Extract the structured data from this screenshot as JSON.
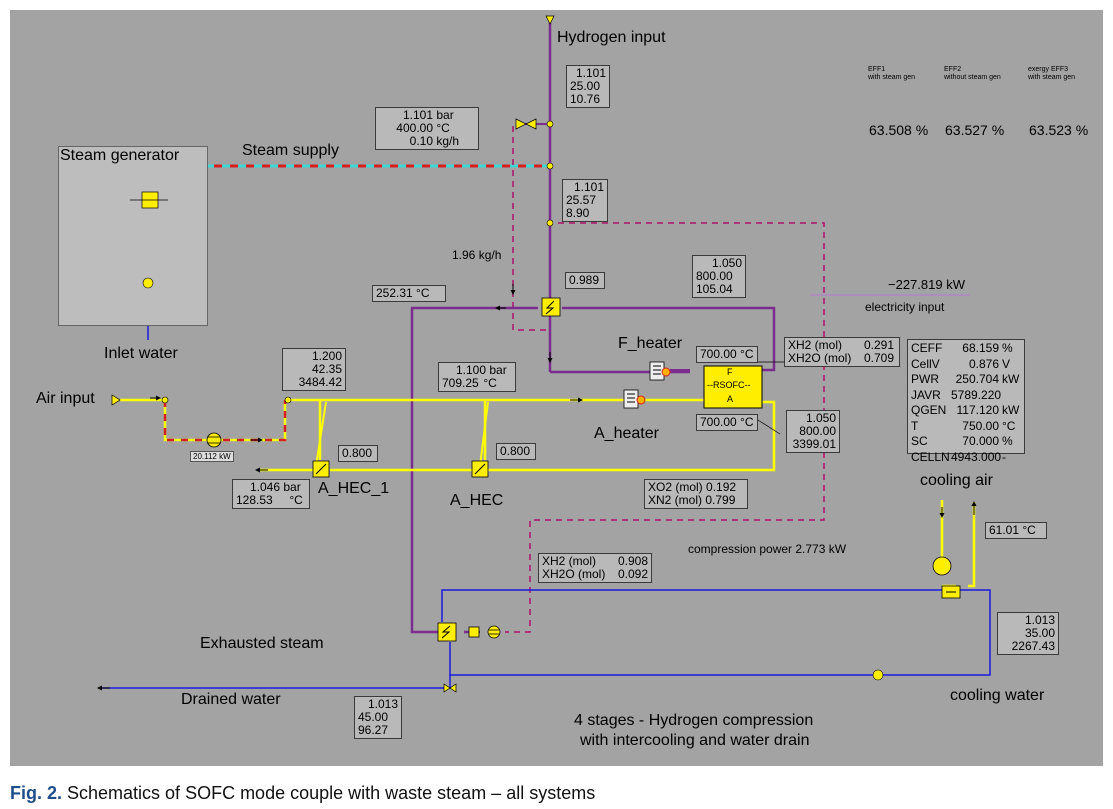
{
  "labels": {
    "hydrogen_input": "Hydrogen input",
    "steam_generator": "Steam generator",
    "steam_supply": "Steam supply",
    "inlet_water": "Inlet water",
    "air_input": "Air input",
    "f_heater": "F_heater",
    "a_heater": "A_heater",
    "a_hec_1": "A_HEC_1",
    "a_hec": "A_HEC",
    "cooling_air": "cooling air",
    "cooling_water": "cooling water",
    "exhausted_steam": "Exhausted steam",
    "drained_water": "Drained water",
    "electricity_input": "electricity input",
    "electricity_value": "−227.819  kW",
    "steam_flow": "1.96  kg/h",
    "compression_power": "compression power  2.773  kW",
    "compressor_power": "20.112 kW",
    "note_line1": "4 stages - Hydrogen compression",
    "note_line2": "with intercooling and water drain",
    "sofc_top": "F",
    "sofc_mid": "--RSOFC--",
    "sofc_bot": "A"
  },
  "efficiency": {
    "eff1_label1": "EFF1",
    "eff1_label2": "with steam gen",
    "eff2_label1": "EFF2",
    "eff2_label2": "without steam gen",
    "eff3_label1": "exergy EFF3",
    "eff3_label2": "with steam gen",
    "eff1_value": "63.508 %",
    "eff2_value": "63.527 %",
    "eff3_value": "63.523 %"
  },
  "boxes": {
    "h2_in": [
      "1.101",
      "25.00",
      "10.76"
    ],
    "steam": {
      "p": "1.101",
      "p_unit": "bar",
      "t": "400.00",
      "t_unit": "°C",
      "m": "0.10",
      "m_unit": "kg/h"
    },
    "h2_mix": [
      "1.101",
      "25.57",
      "8.90"
    ],
    "fh_ratio": "0.989",
    "f_out": [
      "1.050",
      "800.00",
      "105.04"
    ],
    "t_exh": "252.31  °C",
    "f_temp": "700.00  °C",
    "a_temp": "700.00  °C",
    "air1": [
      "1.200",
      "42.35",
      "3484.42"
    ],
    "air2": {
      "p": "1.100",
      "p_unit": "bar",
      "t": "709.25",
      "t_unit": "°C"
    },
    "a_hec1_ratio": "0.800",
    "a_hec_ratio": "0.800",
    "air_out": {
      "p": "1.046",
      "p_unit": "bar",
      "t": "128.53",
      "t_unit": "°C"
    },
    "a_out": [
      "1.050",
      "800.00",
      "3399.01"
    ],
    "cath_comp": {
      "l1": "XO2 (mol)",
      "v1": "0.192",
      "l2": "XN2 (mol)",
      "v2": "0.799"
    },
    "anode_comp": {
      "l1": "XH2 (mol)",
      "v1": "0.291",
      "l2": "XH2O (mol)",
      "v2": "0.709"
    },
    "exh_comp": {
      "l1": "XH2 (mol)",
      "v1": "0.908",
      "l2": "XH2O (mol)",
      "v2": "0.092"
    },
    "cool_air_temp": "61.01  °C",
    "cool_water": [
      "1.013",
      "35.00",
      "2267.43"
    ],
    "drained": [
      "1.013",
      "45.00",
      "96.27"
    ]
  },
  "results": [
    {
      "k": "CEFF",
      "v": "68.159",
      "u": "%"
    },
    {
      "k": "CellV",
      "v": "0.876",
      "u": "V"
    },
    {
      "k": "PWR",
      "v": "250.704",
      "u": "kW"
    },
    {
      "k": "JAVR",
      "v": "5789.220",
      "u": ""
    },
    {
      "k": "QGEN",
      "v": "117.120",
      "u": "kW"
    },
    {
      "k": "T",
      "v": "750.00",
      "u": "°C"
    },
    {
      "k": "SC",
      "v": "70.000",
      "u": "%"
    },
    {
      "k": "CELLN",
      "v": "4943.000",
      "u": "-"
    }
  ],
  "caption": {
    "fig": "Fig. 2.",
    "text": " Schematics of SOFC mode couple with waste steam – all systems"
  },
  "colors": {
    "background": "#a3a3a3",
    "hydrogen": "#7b2d8e",
    "air": "#ffff00",
    "water": "#1a1adc",
    "steam_cyan": "#3fd6d6",
    "steam_red": "#d62020",
    "exhaust": "#b0106a",
    "component": "#ffee00"
  }
}
